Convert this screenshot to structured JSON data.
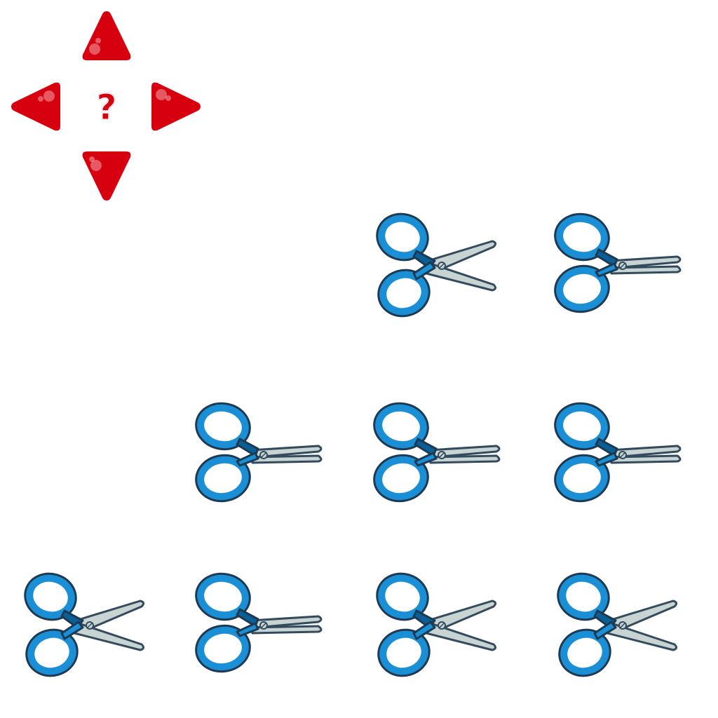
{
  "colors": {
    "accent": "#d7000f",
    "handle": "#1a8fd6",
    "handle_dark": "#0b5f97",
    "outline": "#1d3a52",
    "blade": "#c8d4d2",
    "blade_outline": "#344a5e"
  },
  "dpad": {
    "up_icon": "triangle-up-icon",
    "down_icon": "triangle-down-icon",
    "left_icon": "triangle-left-icon",
    "right_icon": "triangle-right-icon",
    "hint_label": "?"
  },
  "grid": {
    "rows": 3,
    "cols": 4,
    "tiles": [
      {
        "row": 0,
        "col": 2,
        "icon": "scissors-open-icon",
        "state": "open"
      },
      {
        "row": 0,
        "col": 3,
        "icon": "scissors-closed-icon",
        "state": "closed"
      },
      {
        "row": 1,
        "col": 1,
        "icon": "scissors-closed-icon",
        "state": "closed"
      },
      {
        "row": 1,
        "col": 2,
        "icon": "scissors-closed-icon",
        "state": "closed"
      },
      {
        "row": 1,
        "col": 3,
        "icon": "scissors-closed-icon",
        "state": "closed"
      },
      {
        "row": 2,
        "col": 0,
        "icon": "scissors-open-icon",
        "state": "open"
      },
      {
        "row": 2,
        "col": 1,
        "icon": "scissors-closed-icon",
        "state": "closed"
      },
      {
        "row": 2,
        "col": 2,
        "icon": "scissors-open-icon",
        "state": "open"
      },
      {
        "row": 2,
        "col": 3,
        "icon": "scissors-open-icon",
        "state": "open"
      }
    ]
  }
}
